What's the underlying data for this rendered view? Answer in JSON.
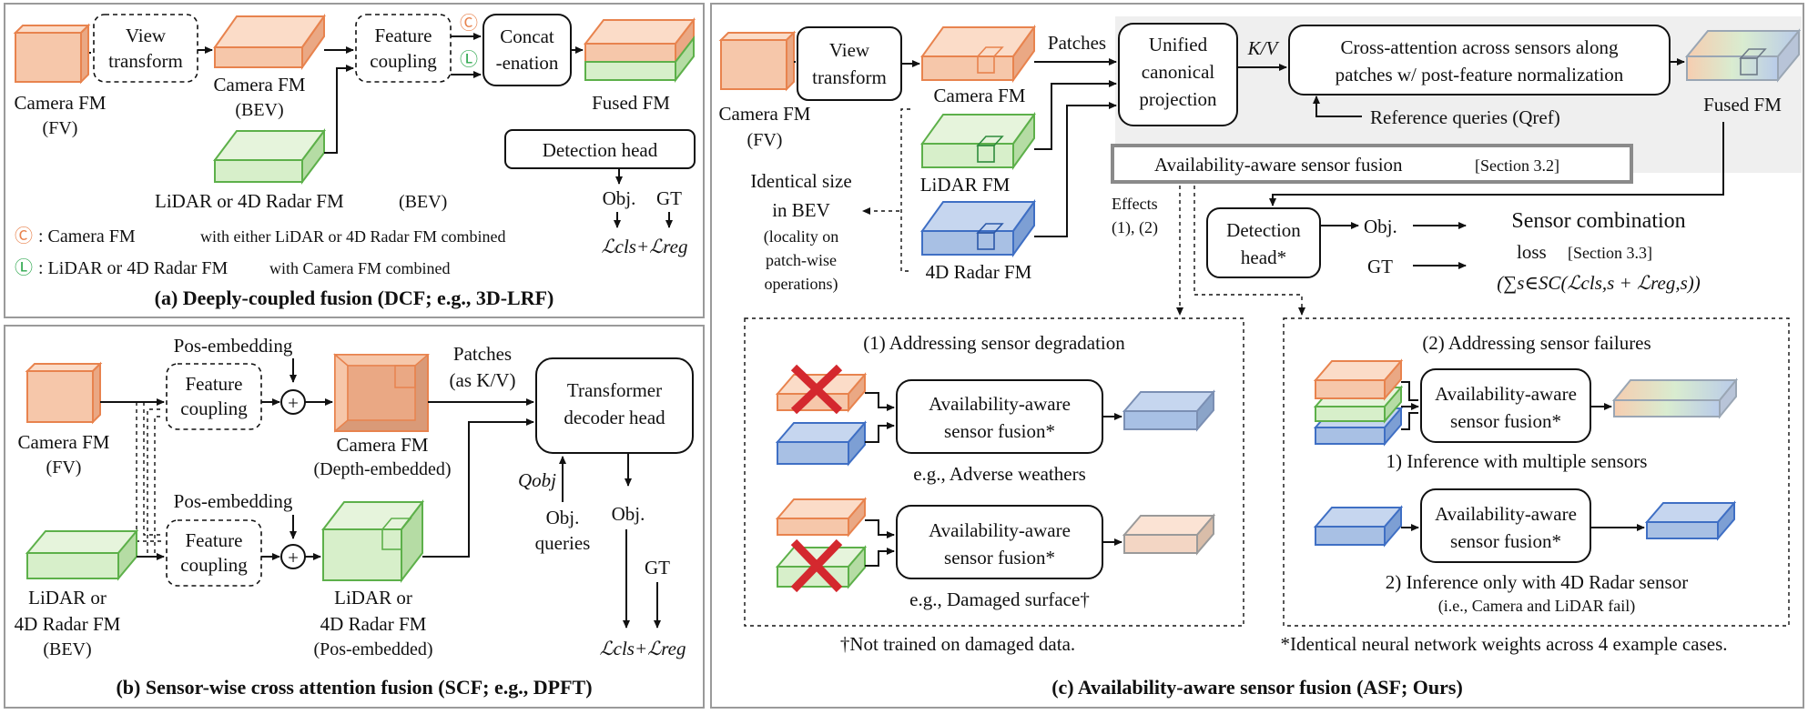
{
  "panel_a": {
    "caption": "(a) Deeply-coupled fusion (DCF; e.g., 3D-LRF)",
    "camera_fm_fv": "Camera FM",
    "fv": "(FV)",
    "view_transform_1": "View",
    "view_transform_2": "transform",
    "camera_fm_bev": "Camera FM",
    "bev": "(BEV)",
    "feature_coupling_1": "Feature",
    "feature_coupling_2": "coupling",
    "concat_1": "Concat",
    "concat_2": "-enation",
    "fused_fm": "Fused FM",
    "detection_head": "Detection head",
    "lidar_radar_label": "LiDAR or 4D Radar FM",
    "lidar_radar_bev": "(BEV)",
    "obj": "Obj.",
    "gt": "GT",
    "loss": "ℒcls+ℒreg",
    "legend_c_symbol": "Ⓒ",
    "legend_l_symbol": "Ⓛ",
    "legend_c_text_1": ": Camera  FM",
    "legend_c_text_2": "with either LiDAR or 4D Radar FM combined",
    "legend_l_text_1": ": LiDAR or 4D Radar FM",
    "legend_l_text_2": "with Camera FM combined"
  },
  "panel_b": {
    "caption": "(b) Sensor-wise cross attention fusion (SCF; e.g., DPFT)",
    "camera_fm": "Camera FM",
    "fv": "(FV)",
    "pos_embedding_top": "Pos-embedding",
    "pos_embedding_bottom": "Pos-embedding",
    "feature_coupling_1": "Feature",
    "feature_coupling_2": "coupling",
    "plus": "+",
    "camera_fm_depth_1": "Camera FM",
    "camera_fm_depth_2": "(Depth-embedded)",
    "patches_1": "Patches",
    "patches_2": "(as K/V)",
    "transformer_1": "Transformer",
    "transformer_2": "decoder head",
    "q_obj": "Qobj",
    "obj_queries_1": "Obj.",
    "obj_queries_2": "queries",
    "obj": "Obj.",
    "gt": "GT",
    "lidar_or_1": "LiDAR or",
    "lidar_or_2": "4D Radar FM",
    "lidar_or_3": "(BEV)",
    "lidar_pos_1": "LiDAR or",
    "lidar_pos_2": "4D Radar FM",
    "lidar_pos_3": "(Pos-embedded)",
    "loss": "ℒcls+ℒreg"
  },
  "panel_c": {
    "caption": "(c) Availability-aware sensor fusion (ASF; Ours)",
    "camera_fm_fv": "Camera FM",
    "fv": "(FV)",
    "view_transform_1": "View",
    "view_transform_2": "transform",
    "camera_fm": "Camera FM",
    "lidar_fm": "LiDAR FM",
    "radar_fm": "4D Radar FM",
    "patches": "Patches",
    "unified_1": "Unified",
    "unified_2": "canonical",
    "unified_3": "projection",
    "kv": "K/V",
    "cross_attn_1": "Cross-attention across sensors along",
    "cross_attn_2": "patches w/ post-feature normalization",
    "reference_queries": "Reference queries (Qref)",
    "fused_fm": "Fused FM",
    "asf_box": "Availability-aware sensor fusion",
    "asf_section": "[Section 3.2]",
    "identical_1": "Identical size",
    "identical_2": "in BEV",
    "identical_3": "(locality on",
    "identical_4": "patch-wise",
    "identical_5": "operations)",
    "effects_1": "Effects",
    "effects_2": "(1), (2)",
    "detection_head_1": "Detection",
    "detection_head_2": "head*",
    "obj": "Obj.",
    "gt": "GT",
    "scl_1": "Sensor combination",
    "scl_2": "loss",
    "scl_section": "[Section 3.3]",
    "scl_formula": "(∑s∈SC(ℒcls,s + ℒreg,s))",
    "degradation_title": "(1) Addressing sensor degradation",
    "failures_title": "(2) Addressing sensor failures",
    "asf_small_1": "Availability-aware",
    "asf_small_2": "sensor fusion*",
    "adverse": "e.g., Adverse weathers",
    "damaged": "e.g., Damaged surface†",
    "inference_multi": "1) Inference with multiple sensors",
    "inference_radar": "2) Inference only with 4D Radar sensor",
    "inference_radar_note": "(i.e.,  Camera and LiDAR fail)",
    "footnote_dagger": "†Not trained on damaged data.",
    "footnote_star": "*Identical neural network weights across 4 example cases."
  },
  "colors": {
    "camera": "#f6c7aa",
    "camera_stroke": "#e8834e",
    "lidar": "#d7efca",
    "lidar_stroke": "#5db04a",
    "radar": "#a8c0e4",
    "radar_stroke": "#3f6fc4",
    "gray_region": "#efefef",
    "cross_red": "#d4282e"
  }
}
